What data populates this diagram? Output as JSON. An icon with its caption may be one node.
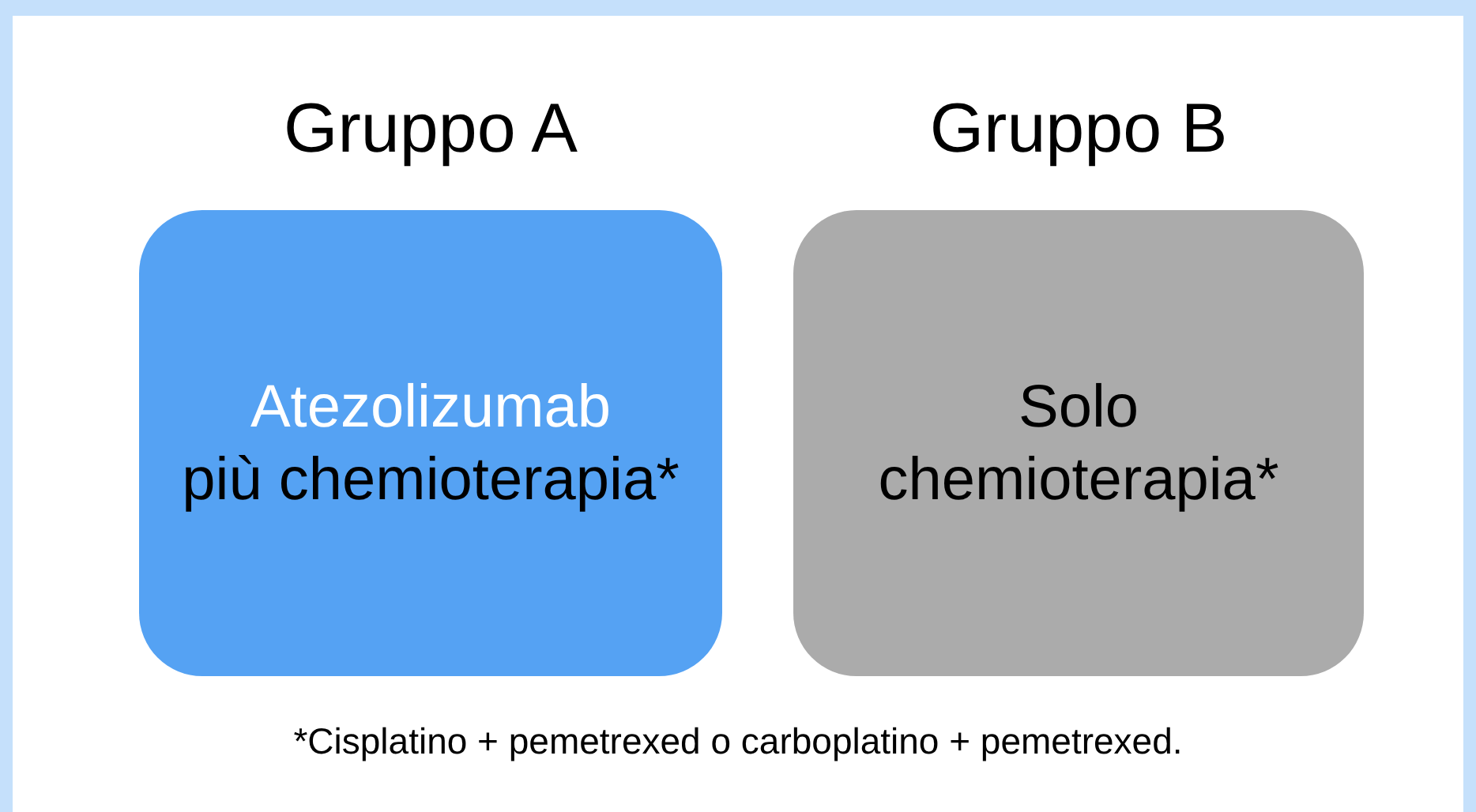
{
  "diagram": {
    "nodes": [
      {
        "text": [
          "Gruppo A",
          "Atezolizumab",
          "più chemioterapia*"
        ]
      },
      {
        "text": [
          "Gruppo B",
          "Solo chemioterapia*"
        ]
      }
    ],
    "labels": [
      "*Cisplatino + pemetrexed o carboplatino + pemetrexed."
    ]
  }
}
